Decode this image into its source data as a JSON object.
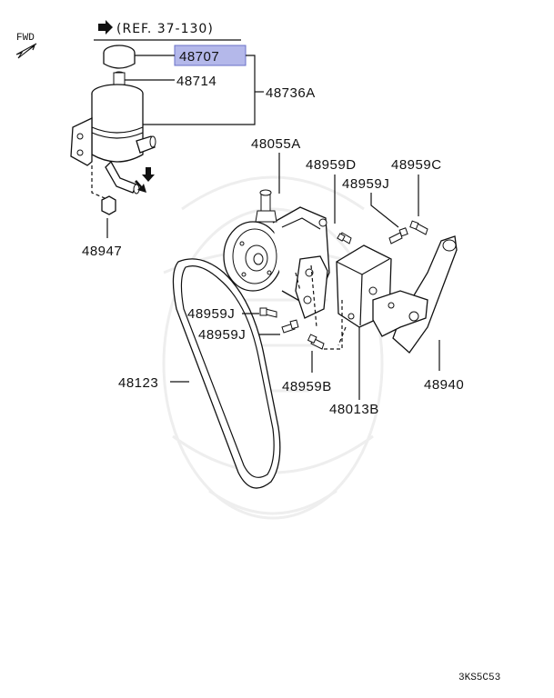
{
  "reference": "(REF. 37-130)",
  "direction_label": "FWD",
  "highlight_color": "#b4b8ea",
  "diagram_code": "3KS5C53",
  "callouts": {
    "p48707": "48707",
    "p48714": "48714",
    "p48736A": "48736A",
    "p48947": "48947",
    "p48055A": "48055A",
    "p48959D": "48959D",
    "p48959C": "48959C",
    "p48959J_top": "48959J",
    "p48959J_mid1": "48959J",
    "p48959J_mid2": "48959J",
    "p48959B": "48959B",
    "p48013B": "48013B",
    "p48940": "48940",
    "p48123": "48123"
  }
}
